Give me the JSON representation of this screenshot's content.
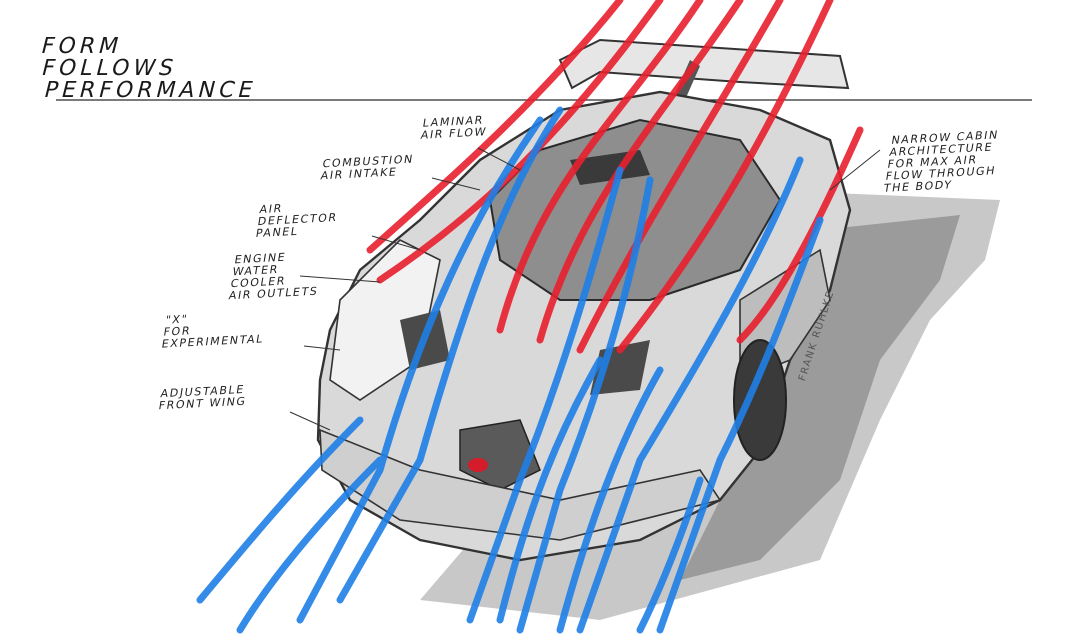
{
  "title": {
    "line1": "Form",
    "line2": "Follows",
    "line3": "Performance"
  },
  "annotations": {
    "laminar": [
      "Laminar",
      "Air flow"
    ],
    "combustion": [
      "Combustion",
      "Air intake"
    ],
    "deflector": [
      "Air",
      "Deflector",
      "panel"
    ],
    "cooler": [
      "Engine",
      "Water",
      "Cooler",
      "Air outlets"
    ],
    "experimental": [
      "\"X\"",
      "For",
      "Experimental"
    ],
    "frontwing": [
      "Adjustable",
      "Front wing"
    ],
    "cabin": [
      "Narrow cabin",
      "Architecture",
      "for max air",
      "flow through",
      "the body"
    ]
  },
  "signature": "Frank Ruhlke",
  "colors": {
    "blue_flow": "#1f7fe6",
    "red_flow": "#e8202e",
    "sketch": "#3a3a3a",
    "shadow": "#8c8c8c"
  }
}
